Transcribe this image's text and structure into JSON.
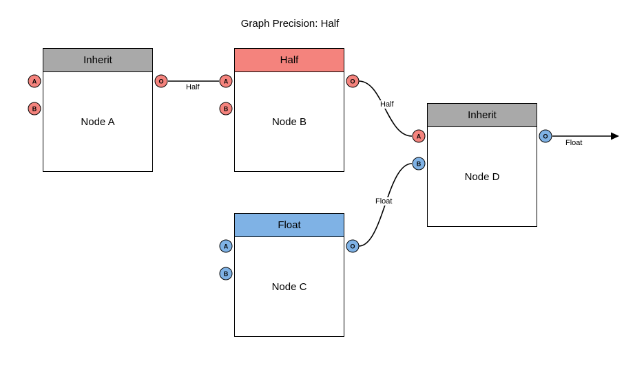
{
  "title": "Graph Precision: Half",
  "colors": {
    "node_border": "#000000",
    "inherit_header": "#a9a9a9",
    "half_header": "#f4837d",
    "float_header": "#7fb2e5",
    "half_port": "#f4837d",
    "float_port": "#7fb2e5"
  },
  "nodes": [
    {
      "header": "Inherit",
      "label": "Node A",
      "inputs": [
        {
          "label": "A"
        },
        {
          "label": "B"
        }
      ],
      "output": {
        "label": "O"
      }
    },
    {
      "header": "Half",
      "label": "Node B",
      "inputs": [
        {
          "label": "A"
        },
        {
          "label": "B"
        }
      ],
      "output": {
        "label": "O"
      }
    },
    {
      "header": "Float",
      "label": "Node C",
      "inputs": [
        {
          "label": "A"
        },
        {
          "label": "B"
        }
      ],
      "output": {
        "label": "O"
      }
    },
    {
      "header": "Inherit",
      "label": "Node D",
      "inputs": [
        {
          "label": "A"
        },
        {
          "label": "B"
        }
      ],
      "output": {
        "label": "O"
      }
    }
  ],
  "edges": [
    {
      "from": "Node A.O",
      "to": "Node B.A",
      "label": "Half"
    },
    {
      "from": "Node B.O",
      "to": "Node D.A",
      "label": "Half"
    },
    {
      "from": "Node C.O",
      "to": "Node D.B",
      "label": "Float"
    },
    {
      "from": "Node D.O",
      "to": "graph-output",
      "label": "Float"
    }
  ]
}
